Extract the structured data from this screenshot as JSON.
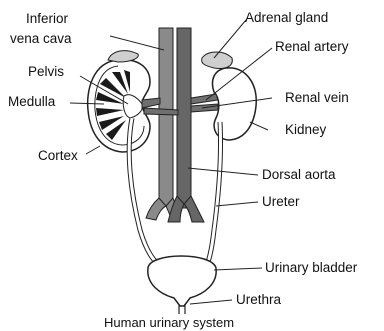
{
  "labels": {
    "inferior_vena_cava_1": "Inferior",
    "inferior_vena_cava_2": "vena cava",
    "adrenal_gland": "Adrenal gland",
    "renal_artery": "Renal artery",
    "pelvis": "Pelvis",
    "medulla": "Medulla",
    "renal_vein": "Renal vein",
    "kidney": "Kidney",
    "cortex": "Cortex",
    "dorsal_aorta": "Dorsal aorta",
    "ureter": "Ureter",
    "urinary_bladder": "Urinary bladder",
    "urethra": "Urethra",
    "caption": "Human urinary system"
  },
  "colors": {
    "vessel_fill": "#6f6f6f",
    "organ_fill": "#ffffff",
    "dark_tissue": "#1a1a1a",
    "stroke": "#222222"
  }
}
